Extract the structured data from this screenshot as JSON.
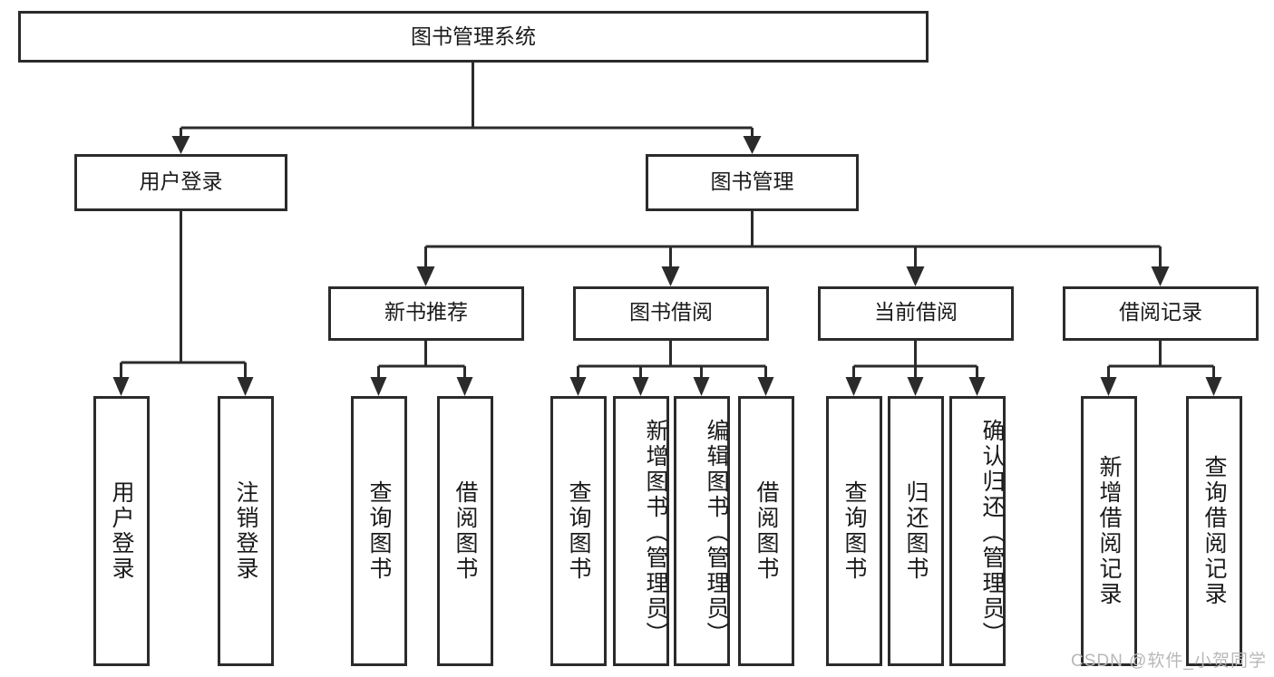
{
  "diagram": {
    "type": "tree-hierarchy",
    "title": "图书管理系统",
    "root": {
      "label": "图书管理系统"
    },
    "level2": [
      {
        "label": "用户登录"
      },
      {
        "label": "图书管理"
      }
    ],
    "level3": [
      {
        "label": "新书推荐"
      },
      {
        "label": "图书借阅"
      },
      {
        "label": "当前借阅"
      },
      {
        "label": "借阅记录"
      }
    ],
    "leaves": {
      "user_login": [
        {
          "label": "用户登录",
          "align": "center"
        },
        {
          "label": "注销登录",
          "align": "center"
        }
      ],
      "new_book_recommend": [
        {
          "label": "查询图书",
          "align": "center"
        },
        {
          "label": "借阅图书",
          "align": "center"
        }
      ],
      "book_borrow": [
        {
          "label": "查询图书",
          "align": "center"
        },
        {
          "label": "新增图书（管理员）",
          "align": "top"
        },
        {
          "label": "编辑图书（管理员）",
          "align": "top"
        },
        {
          "label": "借阅图书",
          "align": "center"
        }
      ],
      "current_borrow": [
        {
          "label": "查询图书",
          "align": "center"
        },
        {
          "label": "归还图书",
          "align": "center"
        },
        {
          "label": "确认归还（管理员）",
          "align": "top"
        }
      ],
      "borrow_record": [
        {
          "label": "新增借阅记录",
          "align": "center"
        },
        {
          "label": "查询借阅记录",
          "align": "center"
        }
      ]
    }
  },
  "watermark": {
    "text": "CSDN @软件_小贺同学"
  },
  "colors": {
    "stroke": "#2b2b2b",
    "text": "#1a1a1a",
    "background": "#ffffff",
    "watermark": "#b8b8b8"
  }
}
